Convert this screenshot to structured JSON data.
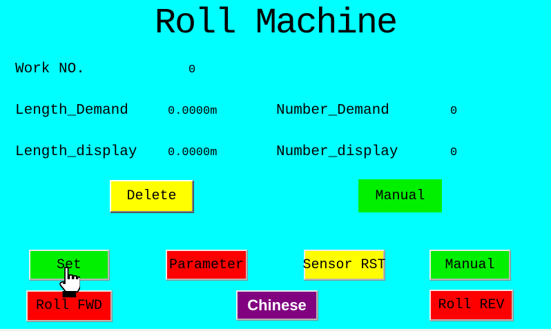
{
  "title": "Roll Machine",
  "fields": {
    "work_no": {
      "label": "Work NO.",
      "value": "0"
    },
    "length_demand": {
      "label": "Length_Demand",
      "value": "0.0000m"
    },
    "number_demand": {
      "label": "Number_Demand",
      "value": "0"
    },
    "length_display": {
      "label": "Length_display",
      "value": "0.0000m"
    },
    "number_display": {
      "label": "Number_display",
      "value": "0"
    }
  },
  "buttons": {
    "delete": {
      "label": "Delete",
      "color": "yellow"
    },
    "manual_top": {
      "label": "Manual",
      "color": "green"
    },
    "set": {
      "label": "Set",
      "color": "green"
    },
    "parameter": {
      "label": "Parameter",
      "color": "red"
    },
    "sensor_rst": {
      "label": "Sensor RST",
      "color": "yellow"
    },
    "manual_row": {
      "label": "Manual",
      "color": "green"
    },
    "roll_fwd": {
      "label": "Roll FWD",
      "color": "red"
    },
    "chinese": {
      "label": "Chinese",
      "color": "purple"
    },
    "roll_rev": {
      "label": "Roll REV",
      "color": "red"
    }
  },
  "colors": {
    "background": "#00FFFF",
    "yellow": "#FFFF00",
    "green": "#00F000",
    "red": "#FF0000",
    "purple": "#800080",
    "text": "#000000",
    "chinese_text": "#FFFFFF"
  },
  "cursor": {
    "name": "hand-pointer",
    "over": "set-button"
  }
}
